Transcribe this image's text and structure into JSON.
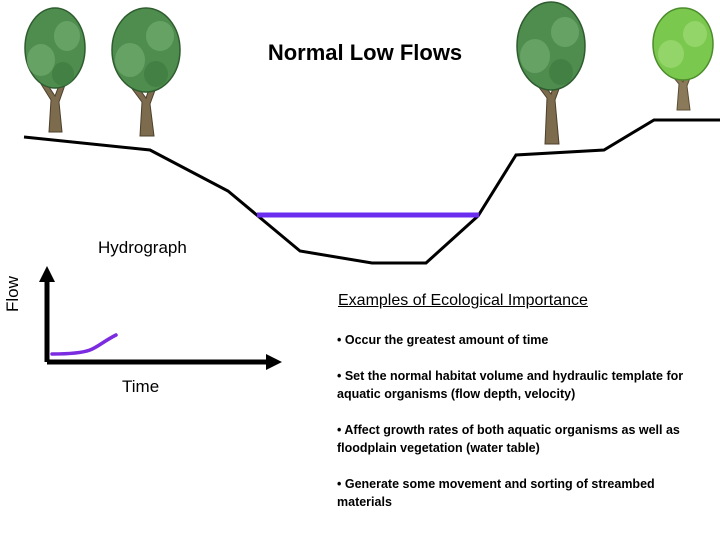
{
  "title": "Normal Low Flows",
  "hydrograph": {
    "title": "Hydrograph",
    "x_label": "Time",
    "y_label": "Flow",
    "line_color": "#7b2be0"
  },
  "water_color": "#6a2df0",
  "importance": {
    "heading": "Examples of Ecological Importance",
    "bullets": [
      "• Occur the greatest amount of time",
      "• Set the normal habitat volume and hydraulic template for aquatic organisms (flow depth, velocity)",
      "• Affect growth rates of both aquatic organisms as well as floodplain vegetation (water table)",
      "• Generate some movement and sorting of streambed materials"
    ]
  },
  "icons": [
    "tree-icon",
    "tree-icon",
    "tree-icon",
    "tree-icon"
  ]
}
